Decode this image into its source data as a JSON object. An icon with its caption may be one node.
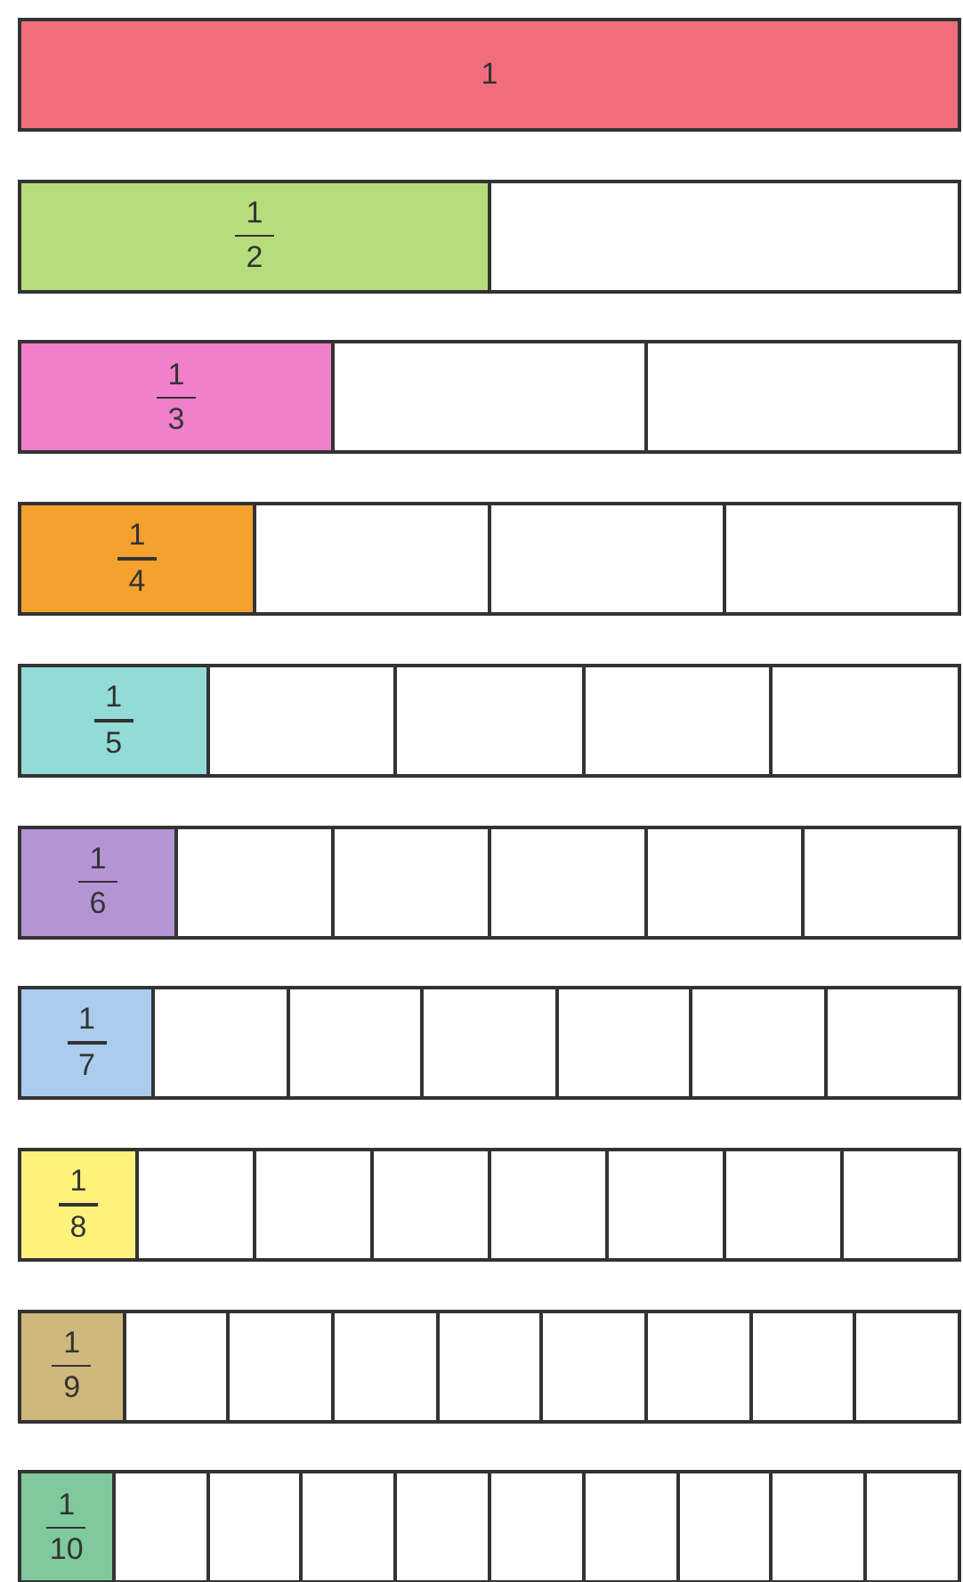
{
  "diagram": {
    "nodes": [
      {
        "text": [
          "1"
        ]
      },
      {
        "text": [
          "1",
          "2"
        ]
      },
      {
        "text": [],
        "shape": "box"
      },
      {
        "text": [
          "1",
          "3"
        ]
      },
      {
        "text": [],
        "shape": "box"
      },
      {
        "text": [],
        "shape": "box"
      },
      {
        "text": [
          "1",
          "4"
        ]
      },
      {
        "text": [],
        "shape": "box"
      },
      {
        "text": [],
        "shape": "box"
      },
      {
        "text": [],
        "shape": "box"
      },
      {
        "text": [
          "1",
          "5"
        ]
      },
      {
        "text": [],
        "shape": "box"
      },
      {
        "text": [],
        "shape": "box"
      },
      {
        "text": [],
        "shape": "box"
      },
      {
        "text": [],
        "shape": "box"
      },
      {
        "text": [
          "1",
          "6"
        ]
      },
      {
        "text": [],
        "shape": "box"
      },
      {
        "text": [],
        "shape": "box"
      },
      {
        "text": [],
        "shape": "box"
      },
      {
        "text": [],
        "shape": "box"
      },
      {
        "text": [],
        "shape": "box"
      },
      {
        "text": [
          "1",
          "7"
        ]
      },
      {
        "text": [],
        "shape": "box"
      },
      {
        "text": [],
        "shape": "box"
      },
      {
        "text": [],
        "shape": "box"
      },
      {
        "text": [],
        "shape": "box"
      },
      {
        "text": [],
        "shape": "box"
      },
      {
        "text": [],
        "shape": "box"
      },
      {
        "text": [
          "1",
          "8"
        ]
      },
      {
        "text": [],
        "shape": "box"
      },
      {
        "text": [],
        "shape": "box"
      },
      {
        "text": [],
        "shape": "box"
      },
      {
        "text": [],
        "shape": "box"
      },
      {
        "text": [],
        "shape": "box"
      },
      {
        "text": [],
        "shape": "box"
      },
      {
        "text": [],
        "shape": "box"
      },
      {
        "text": [
          "1",
          "9"
        ]
      },
      {
        "text": [],
        "shape": "box"
      },
      {
        "text": [],
        "shape": "box"
      },
      {
        "text": [],
        "shape": "box"
      },
      {
        "text": [],
        "shape": "box"
      },
      {
        "text": [],
        "shape": "box"
      },
      {
        "text": [],
        "shape": "box"
      },
      {
        "text": [],
        "shape": "box"
      },
      {
        "text": [],
        "shape": "box"
      },
      {
        "text": [
          "1",
          "10"
        ]
      },
      {
        "text": [],
        "shape": "box"
      },
      {
        "text": [],
        "shape": "box"
      },
      {
        "text": [],
        "shape": "box"
      },
      {
        "text": [],
        "shape": "box"
      },
      {
        "text": [],
        "shape": "box"
      },
      {
        "text": [],
        "shape": "box"
      },
      {
        "text": [],
        "shape": "box"
      },
      {
        "text": [],
        "shape": "box"
      },
      {
        "text": [],
        "shape": "box"
      }
    ]
  }
}
